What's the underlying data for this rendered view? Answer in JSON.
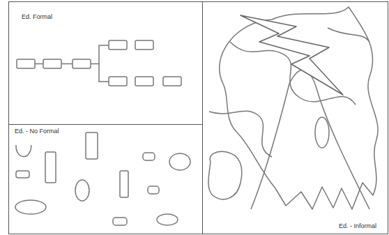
{
  "diagram": {
    "nodes": [
      {
        "text": [
          "Ed. Formal"
        ]
      },
      {
        "text": [
          "Ed. - No Formal"
        ]
      },
      {
        "text": [
          "Ed. - Informal"
        ]
      }
    ]
  }
}
